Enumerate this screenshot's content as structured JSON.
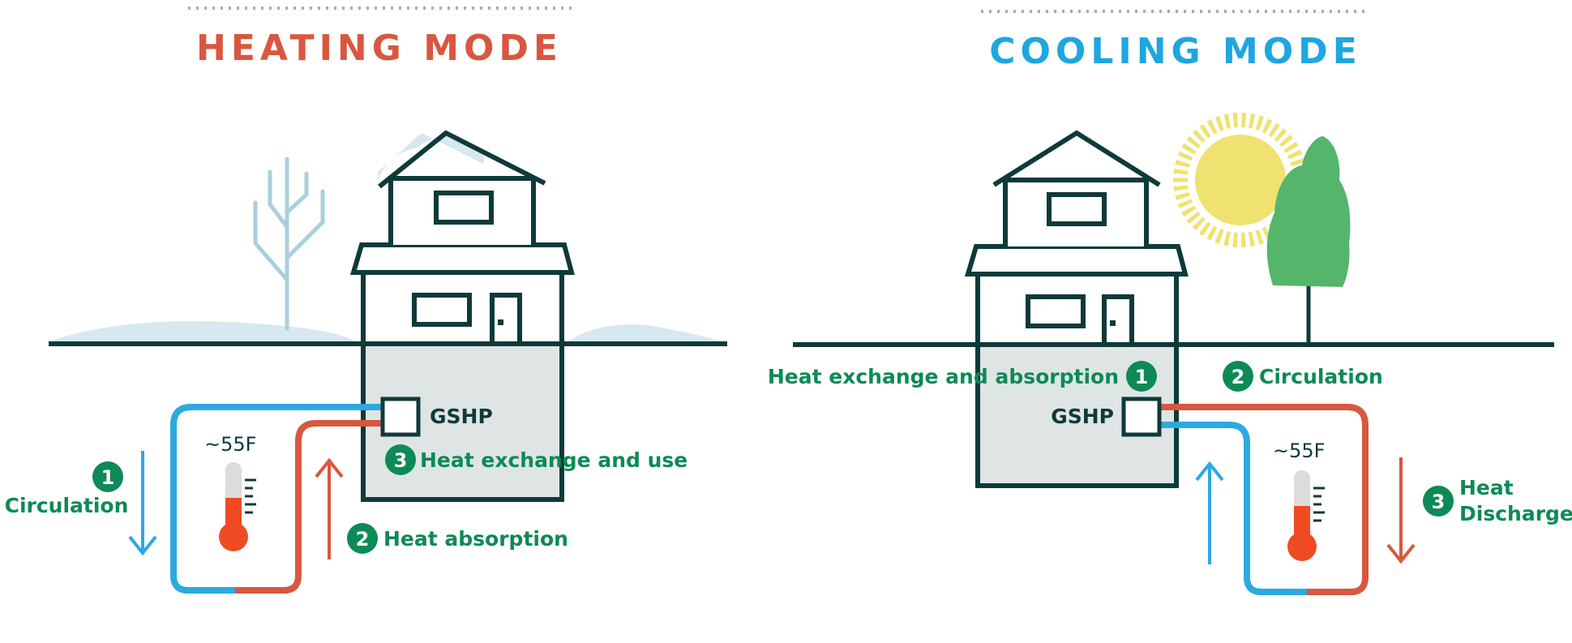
{
  "heating": {
    "title": "HEATING MODE",
    "unit_label": "GSHP",
    "temperature": "~55F",
    "steps": [
      {
        "num": "1",
        "label": "Circulation"
      },
      {
        "num": "2",
        "label": "Heat absorption"
      },
      {
        "num": "3",
        "label": "Heat exchange and use"
      }
    ]
  },
  "cooling": {
    "title": "COOLING MODE",
    "unit_label": "GSHP",
    "temperature": "~55F",
    "steps": [
      {
        "num": "1",
        "label": "Heat exchange and absorption"
      },
      {
        "num": "2",
        "label": "Circulation"
      },
      {
        "num": "3",
        "label_line1": "Heat",
        "label_line2": "Discharge"
      }
    ]
  },
  "colors": {
    "heating_title": "#d9573e",
    "cooling_title": "#1ea6e0",
    "outline": "#0f3a3a",
    "step_green": "#0d8a55",
    "pipe_blue": "#2ca9e1",
    "pipe_red": "#d9573e",
    "basement_fill": "#dfe5e5",
    "snow": "#d6e8f0",
    "sun": "#efe270",
    "tree": "#55b56b",
    "thermo_red": "#ef4b23",
    "thermo_gray": "#dcdcdc"
  }
}
